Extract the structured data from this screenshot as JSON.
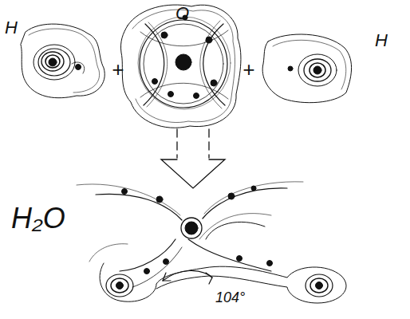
{
  "diagram": {
    "labels": [
      "H",
      "+",
      "O",
      "+",
      "H",
      "H₂O",
      "104°"
    ]
  }
}
